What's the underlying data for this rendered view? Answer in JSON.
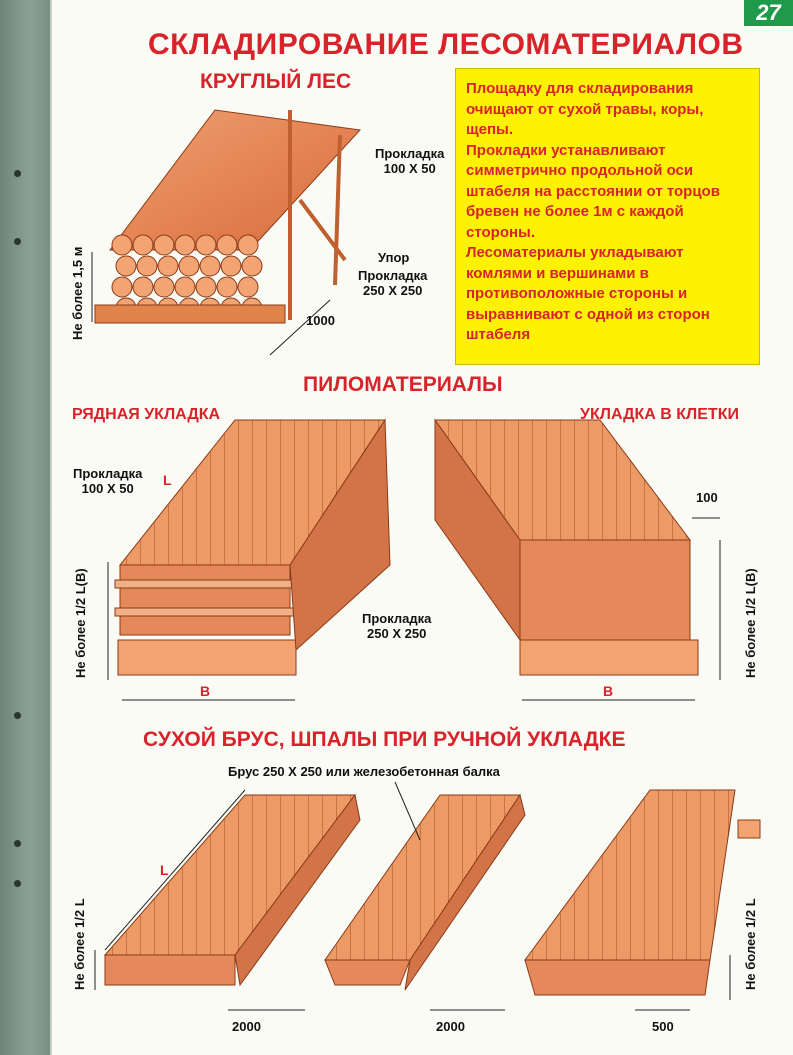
{
  "page_number": "27",
  "title": "СКЛАДИРОВАНИЕ ЛЕСОМАТЕРИАЛОВ",
  "section_round": {
    "heading": "КРУГЛЫЙ ЛЕС",
    "labels": {
      "spacer_small": "Прокладка\n100 Х 50",
      "stop": "Упор",
      "spacer_large": "Прокладка\n250 Х 250",
      "distance": "1000",
      "max_height": "Не более 1,5 м"
    }
  },
  "note": {
    "paragraphs": [
      "Площадку для складирования очищают от сухой травы, коры, щепы.",
      "Прокладки устанавливают симметрично продольной оси штабеля на расстоянии от торцов бревен не более 1м с каждой стороны.",
      "Лесоматериалы укладывают комлями и вершинами в противоположные стороны и выравнивают с одной из сторон штабеля"
    ]
  },
  "section_lumber": {
    "heading": "ПИЛОМАТЕРИАЛЫ",
    "left_title": "РЯДНАЯ УКЛАДКА",
    "right_title": "УКЛАДКА В КЛЕТКИ",
    "labels": {
      "spacer_small": "Прокладка\n100 Х 50",
      "length": "L",
      "spacer_large": "Прокладка\n250 Х 250",
      "gap": "100",
      "width_left": "В",
      "width_right": "В",
      "max_height_left": "Не более 1/2 L(B)",
      "max_height_right": "Не более 1/2 L(B)"
    }
  },
  "section_beam": {
    "heading": "СУХОЙ БРУС, ШПАЛЫ ПРИ РУЧНОЙ УКЛАДКЕ",
    "caption": "Брус 250 Х 250 или железобетонная балка",
    "labels": {
      "length": "L",
      "dist1": "2000",
      "dist2": "2000",
      "dist3": "500",
      "max_height_left": "Не более 1/2 L",
      "max_height_right": "Не более 1/2 L"
    }
  }
}
